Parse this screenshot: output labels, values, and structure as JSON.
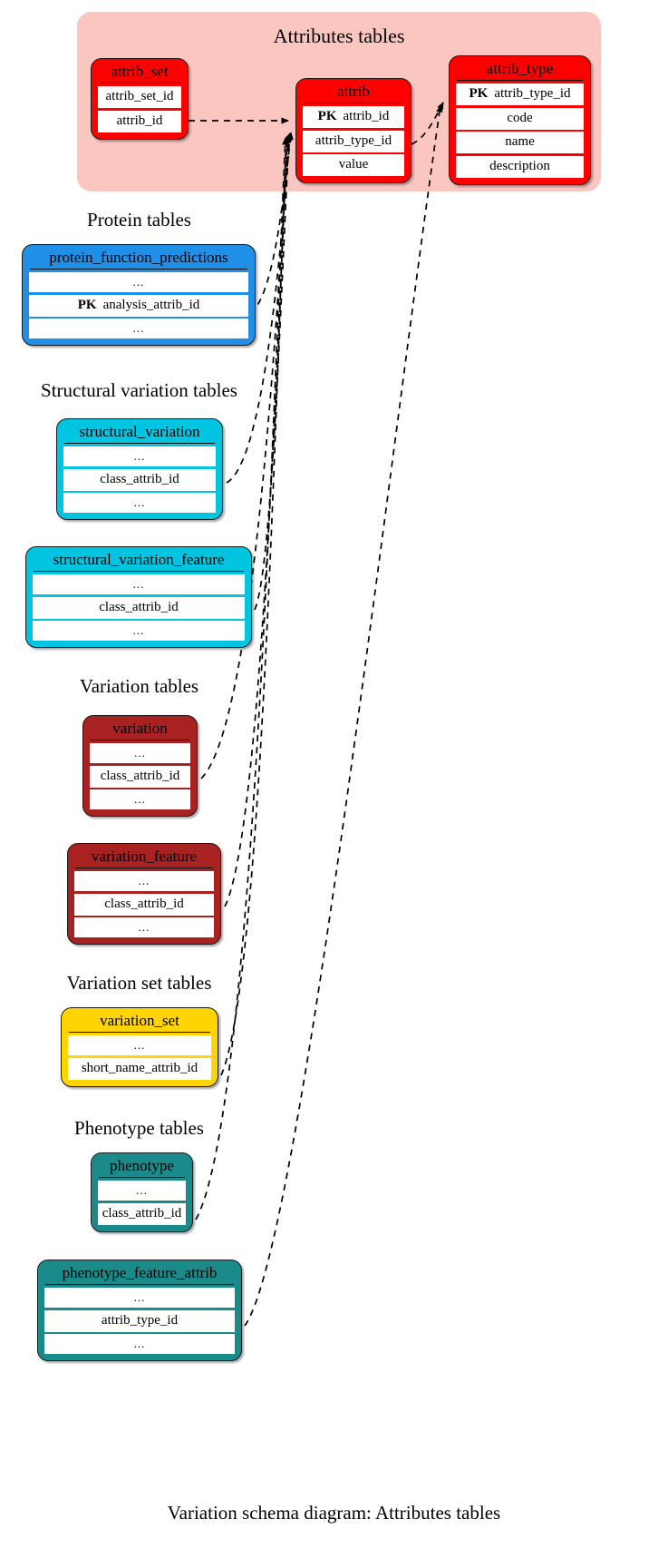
{
  "diagram": {
    "caption": "Variation schema diagram: Attributes tables",
    "cluster": {
      "label": "Attributes tables",
      "fill": "#fbc5c0"
    },
    "colors": {
      "attributes": "#ff0000",
      "protein": "#1f8fe8",
      "structural_variation": "#00c4e0",
      "variation": "#a82222",
      "variation_set": "#ffd400",
      "phenotype": "#1a8a8a",
      "edge": "#000000",
      "row_fill": "#ffffff"
    },
    "sections": [
      {
        "label": "Protein tables"
      },
      {
        "label": "Structural variation tables"
      },
      {
        "label": "Variation tables"
      },
      {
        "label": "Variation set tables"
      },
      {
        "label": "Phenotype tables"
      }
    ],
    "tables": [
      {
        "id": "attrib_set",
        "title": "attrib_set",
        "group": "attributes",
        "rows": [
          {
            "pk": "",
            "name": "attrib_set_id"
          },
          {
            "pk": "",
            "name": "attrib_id"
          }
        ]
      },
      {
        "id": "attrib",
        "title": "attrib",
        "group": "attributes",
        "rows": [
          {
            "pk": "PK",
            "name": "attrib_id"
          },
          {
            "pk": "",
            "name": "attrib_type_id"
          },
          {
            "pk": "",
            "name": "value"
          }
        ]
      },
      {
        "id": "attrib_type",
        "title": "attrib_type",
        "group": "attributes",
        "rows": [
          {
            "pk": "PK",
            "name": "attrib_type_id"
          },
          {
            "pk": "",
            "name": "code"
          },
          {
            "pk": "",
            "name": "name"
          },
          {
            "pk": "",
            "name": "description"
          }
        ]
      },
      {
        "id": "protein_function_predictions",
        "title": "protein_function_predictions",
        "group": "protein",
        "rows": [
          {
            "pk": "",
            "name": "..."
          },
          {
            "pk": "PK",
            "name": "analysis_attrib_id"
          },
          {
            "pk": "",
            "name": "..."
          }
        ]
      },
      {
        "id": "structural_variation",
        "title": "structural_variation",
        "group": "structural_variation",
        "rows": [
          {
            "pk": "",
            "name": "..."
          },
          {
            "pk": "",
            "name": "class_attrib_id"
          },
          {
            "pk": "",
            "name": "..."
          }
        ]
      },
      {
        "id": "structural_variation_feature",
        "title": "structural_variation_feature",
        "group": "structural_variation",
        "rows": [
          {
            "pk": "",
            "name": "..."
          },
          {
            "pk": "",
            "name": "class_attrib_id"
          },
          {
            "pk": "",
            "name": "..."
          }
        ]
      },
      {
        "id": "variation",
        "title": "variation",
        "group": "variation",
        "rows": [
          {
            "pk": "",
            "name": "..."
          },
          {
            "pk": "",
            "name": "class_attrib_id"
          },
          {
            "pk": "",
            "name": "..."
          }
        ]
      },
      {
        "id": "variation_feature",
        "title": "variation_feature",
        "group": "variation",
        "rows": [
          {
            "pk": "",
            "name": "..."
          },
          {
            "pk": "",
            "name": "class_attrib_id"
          },
          {
            "pk": "",
            "name": "..."
          }
        ]
      },
      {
        "id": "variation_set",
        "title": "variation_set",
        "group": "variation_set",
        "rows": [
          {
            "pk": "",
            "name": "..."
          },
          {
            "pk": "",
            "name": "short_name_attrib_id"
          }
        ]
      },
      {
        "id": "phenotype",
        "title": "phenotype",
        "group": "phenotype",
        "rows": [
          {
            "pk": "",
            "name": "..."
          },
          {
            "pk": "",
            "name": "class_attrib_id"
          }
        ]
      },
      {
        "id": "phenotype_feature_attrib",
        "title": "phenotype_feature_attrib",
        "group": "phenotype",
        "rows": [
          {
            "pk": "",
            "name": "..."
          },
          {
            "pk": "",
            "name": "attrib_type_id"
          },
          {
            "pk": "",
            "name": "..."
          }
        ]
      }
    ],
    "relationships": [
      {
        "from": "attrib_set.attrib_id",
        "to": "attrib.attrib_id"
      },
      {
        "from": "attrib.attrib_type_id",
        "to": "attrib_type.attrib_type_id"
      },
      {
        "from": "protein_function_predictions.analysis_attrib_id",
        "to": "attrib.attrib_id"
      },
      {
        "from": "structural_variation.class_attrib_id",
        "to": "attrib.attrib_id"
      },
      {
        "from": "structural_variation_feature.class_attrib_id",
        "to": "attrib.attrib_id"
      },
      {
        "from": "variation.class_attrib_id",
        "to": "attrib.attrib_id"
      },
      {
        "from": "variation_feature.class_attrib_id",
        "to": "attrib.attrib_id"
      },
      {
        "from": "variation_set.short_name_attrib_id",
        "to": "attrib.attrib_id"
      },
      {
        "from": "phenotype.class_attrib_id",
        "to": "attrib.attrib_id"
      },
      {
        "from": "phenotype_feature_attrib.attrib_type_id",
        "to": "attrib_type.attrib_type_id"
      }
    ]
  }
}
